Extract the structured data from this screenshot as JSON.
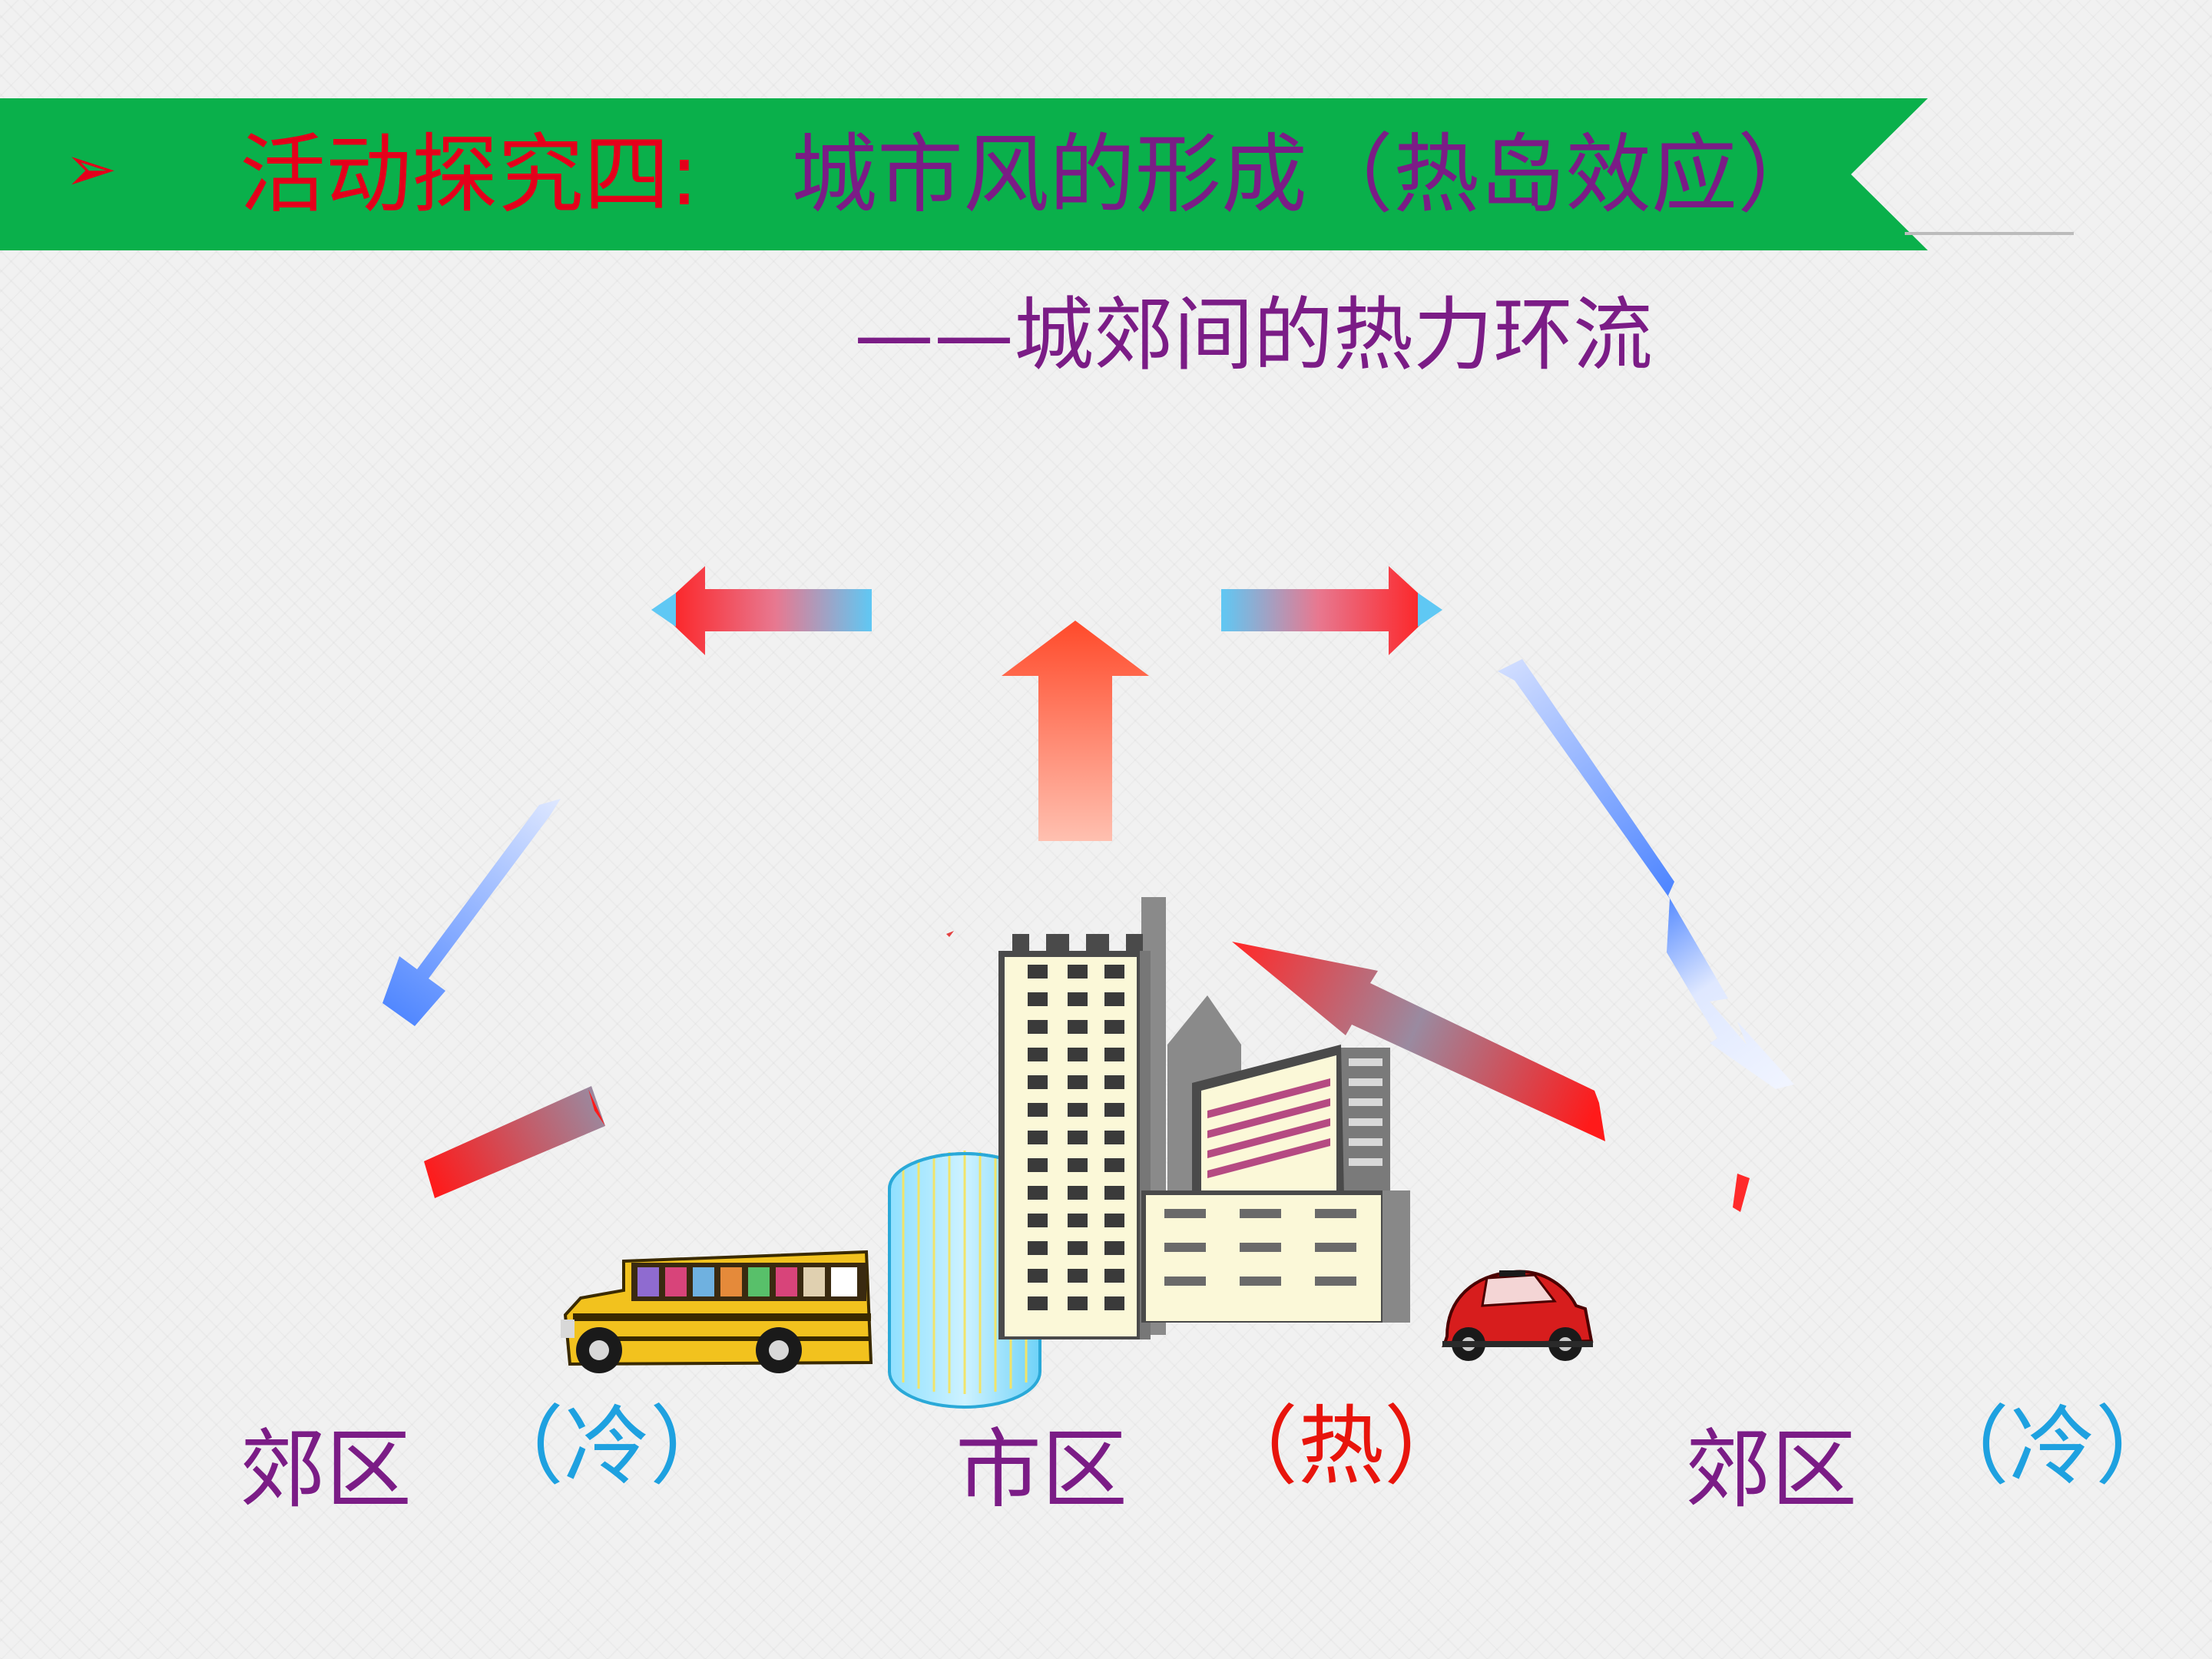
{
  "title": {
    "bullet": "➢",
    "lead": "活动探究四:",
    "main": "城市风的形成（热岛效应）",
    "subtitle": "——城郊间的热力环流"
  },
  "labels": {
    "left": {
      "name": "郊区",
      "temp": "（冷）"
    },
    "center": {
      "name": "市区",
      "temp": "（热）"
    },
    "right": {
      "name": "郊区",
      "temp": "（冷）"
    }
  },
  "colors": {
    "banner": "#0ab04b",
    "title_red": "#e4001b",
    "title_purple": "#7b1c86",
    "cold_text": "#1ea1e0",
    "hot_text": "#e8140c",
    "warm_arrow": "#ff2a2a",
    "cool_arrow": "#4f86ff"
  },
  "icons": {
    "bus": "school-bus-icon",
    "car": "red-car-icon",
    "city": "city-buildings-icon"
  }
}
